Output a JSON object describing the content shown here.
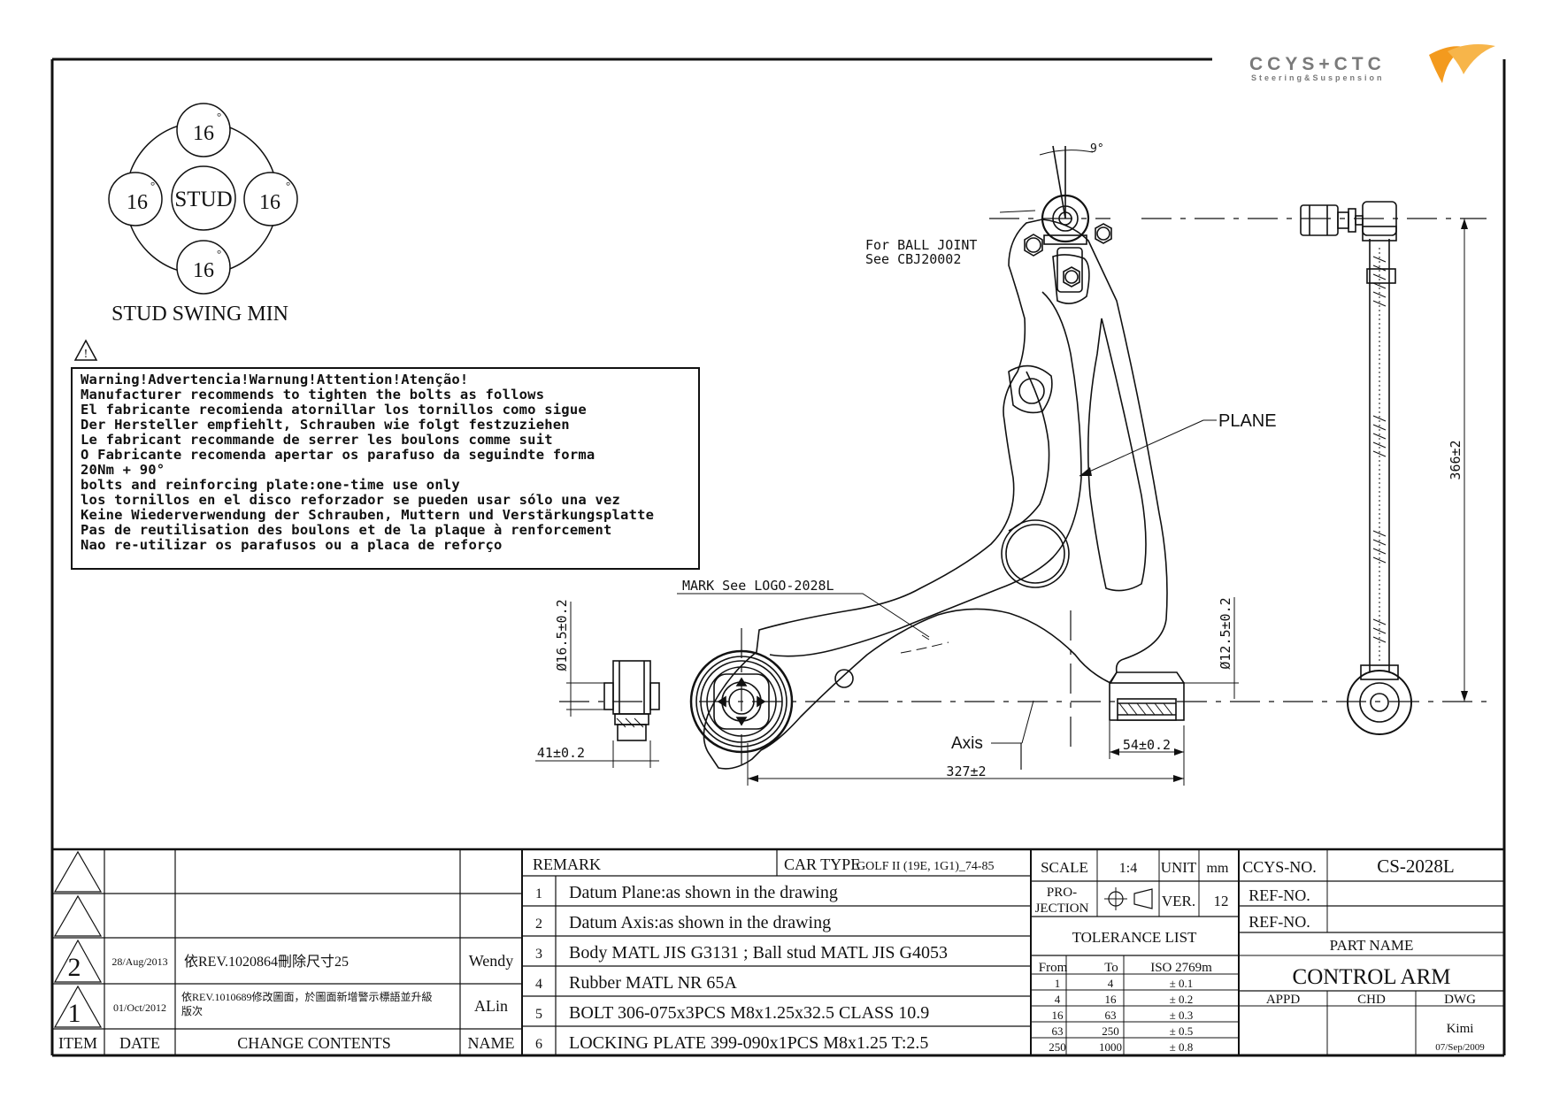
{
  "logo": {
    "text": "CCYS+CTC",
    "subtitle": "Steering&Suspension"
  },
  "stud": {
    "center_label": "STUD",
    "top": "16",
    "left": "16",
    "right": "16",
    "bottom": "16",
    "degree": "°",
    "title": "STUD SWING MIN"
  },
  "warning": {
    "symbol": "!",
    "lines": [
      "Warning!Advertencia!Warnung!Attention!Atenção!",
      "Manufacturer recommends to tighten the bolts as follows",
      "El fabricante recomienda atornillar los tornillos como sigue",
      "Der Hersteller empfiehlt, Schrauben wie folgt festzuziehen",
      "Le fabricant recommande de serrer les boulons comme suit",
      "O Fabricante recomenda apertar os parafuso da seguindte forma",
      "20Nm + 90°",
      "bolts and reinforcing plate:one-time use only",
      "los tornillos en el disco reforzador se pueden usar sólo una vez",
      "Keine Wiederverwendung der Schrauben, Muttern und Verstärkungsplatte",
      "Pas de reutilisation des boulons et de la plaque à renforcement",
      "Nao re-utilizar os parafusos ou a placa de reforço"
    ]
  },
  "drawing": {
    "ball_joint_line1": "For BALL JOINT",
    "ball_joint_line2": "See CBJ20002",
    "angle": "9°",
    "plane": "PLANE",
    "mark_note": "MARK See LOGO-2028L",
    "axis": "Axis",
    "dim_front_bush_dia": "Ø16.5±0.2",
    "dim_front_bush_width": "41±0.2",
    "dim_rear_bush_dia": "Ø12.5±0.2",
    "dim_rear_bush_width": "54±0.2",
    "dim_length": "327±2",
    "dim_height": "366±2"
  },
  "revisions": {
    "rows": [
      {
        "rev": "",
        "date": "",
        "content": "",
        "name": ""
      },
      {
        "rev": "",
        "date": "",
        "content": "",
        "name": ""
      },
      {
        "rev": "2",
        "date": "28/Aug/2013",
        "content": "依REV.1020864刪除尺寸25",
        "name": "Wendy"
      },
      {
        "rev": "1",
        "date": "01/Oct/2012",
        "content_line1": "依REV.1010689修改圖面，於圖面新增警示標語並升級",
        "content_line2": "版次",
        "name": "ALin"
      }
    ],
    "header": {
      "item": "ITEM",
      "date": "DATE",
      "content": "CHANGE CONTENTS",
      "name": "NAME"
    }
  },
  "remarks": {
    "title": "REMARK",
    "car_type_label": "CAR TYPE",
    "car_type": "GOLF II (19E, 1G1)_74-85",
    "items": [
      {
        "no": "1",
        "text": "Datum Plane:as shown in the drawing"
      },
      {
        "no": "2",
        "text": "Datum Axis:as shown in the drawing"
      },
      {
        "no": "3",
        "text": "Body MATL JIS G3131 ; Ball stud MATL JIS G4053"
      },
      {
        "no": "4",
        "text": "Rubber MATL NR 65A"
      },
      {
        "no": "5",
        "text": "BOLT 306-075x3PCS M8x1.25x32.5 CLASS 10.9"
      },
      {
        "no": "6",
        "text": "LOCKING PLATE 399-090x1PCS M8x1.25 T:2.5"
      }
    ]
  },
  "specs": {
    "scale_label": "SCALE",
    "scale": "1:4",
    "unit_label": "UNIT",
    "unit": "mm",
    "projection_label_1": "PRO-",
    "projection_label_2": "JECTION",
    "ver_label": "VER.",
    "ver": "12",
    "tolerance_title": "TOLERANCE LIST",
    "tolerance_header": {
      "from": "From",
      "to": "To",
      "std": "ISO 2769m"
    },
    "tolerance_rows": [
      {
        "from": "1",
        "to": "4",
        "tol": "± 0.1"
      },
      {
        "from": "4",
        "to": "16",
        "tol": "± 0.2"
      },
      {
        "from": "16",
        "to": "63",
        "tol": "± 0.3"
      },
      {
        "from": "63",
        "to": "250",
        "tol": "± 0.5"
      },
      {
        "from": "250",
        "to": "1000",
        "tol": "± 0.8"
      }
    ]
  },
  "title_block": {
    "ccys_label": "CCYS-NO.",
    "ccys_no": "CS-2028L",
    "ref1_label": "REF-NO.",
    "ref1": "",
    "ref2_label": "REF-NO.",
    "ref2": "",
    "part_name_label": "PART NAME",
    "part_name": "CONTROL ARM",
    "appd": "APPD",
    "chd": "CHD",
    "dwg": "DWG",
    "drawer": "Kimi",
    "drawn_date": "07/Sep/2009"
  },
  "colors": {
    "line": "#111111",
    "logo_grey": "#7a7a7a",
    "logo_orange": "#f39a1e"
  }
}
